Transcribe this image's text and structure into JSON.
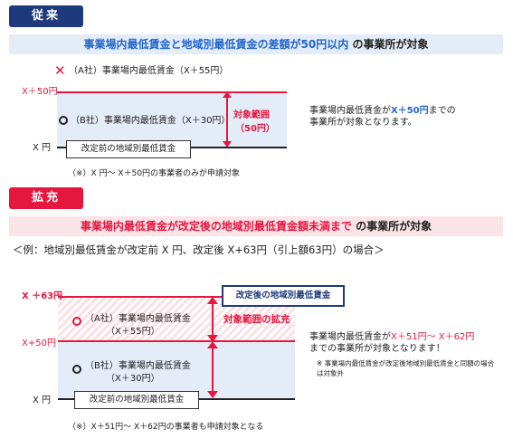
{
  "colors": {
    "navy": "#1f3a7a",
    "red": "#e5173f",
    "blue": "#2266cc",
    "light_blue_bg": "#e4ecf8",
    "pink_bg": "#fbe4e8",
    "hatch_bg": "#fbe0e4"
  },
  "before": {
    "tag": "従来",
    "banner_pre": "事業場内最低賃金と地域別最低賃金の差額が50円以内",
    "banner_post": "の事業所が対象",
    "company_a": "（A社）事業場内最低賃金（X＋55円）",
    "company_b": "（B社）事業場内最低賃金（X＋30円）",
    "label_x50": "X＋50円",
    "label_x": "X 円",
    "range_label": "対象範囲",
    "range_value": "（50円）",
    "base_box": "改定前の地域別最低賃金",
    "note": "（※）X 円～ X＋50円の事業者のみが申請対象",
    "side_pre": "事業場内最低賃金が",
    "side_highlight": "X＋50円",
    "side_post": "までの",
    "side_line2": "事業所が対象となります。",
    "mark_x_icon": "x-mark-icon",
    "mark_o_icon": "circle-mark-icon"
  },
  "expanded": {
    "tag": "拡充",
    "banner_pre": "事業場内最低賃金が改定後の地域別最低賃金額未満まで",
    "banner_post": "の事業所が対象",
    "example": "＜例：地域別最低賃金が改定前 X 円、改定後 X+63円（引上額63円）の場合＞",
    "label_x63": "X ＋63円",
    "label_x50": "X+50円",
    "label_x": "X 円",
    "new_min_box": "改定後の地域別最低賃金",
    "expand_label": "対象範囲の拡充",
    "company_a_line1": "（A社）事業場内最低賃金",
    "company_a_line2": "（X＋55円）",
    "company_b_line1": "（B社）事業場内最低賃金",
    "company_b_line2": "（X＋30円）",
    "base_box": "改定前の地域別最低賃金",
    "note": "（※）X＋51円～ X＋62円の事業者も申請対象となる",
    "side_pre": "事業場内最低賃金が",
    "side_highlight": "X＋51円～ X＋62円",
    "side_line2": "までの事業所が対象となります！",
    "side_note": "※ 事業場内最低賃金が改定後地域別最低賃金と同額の場合は対象外"
  }
}
